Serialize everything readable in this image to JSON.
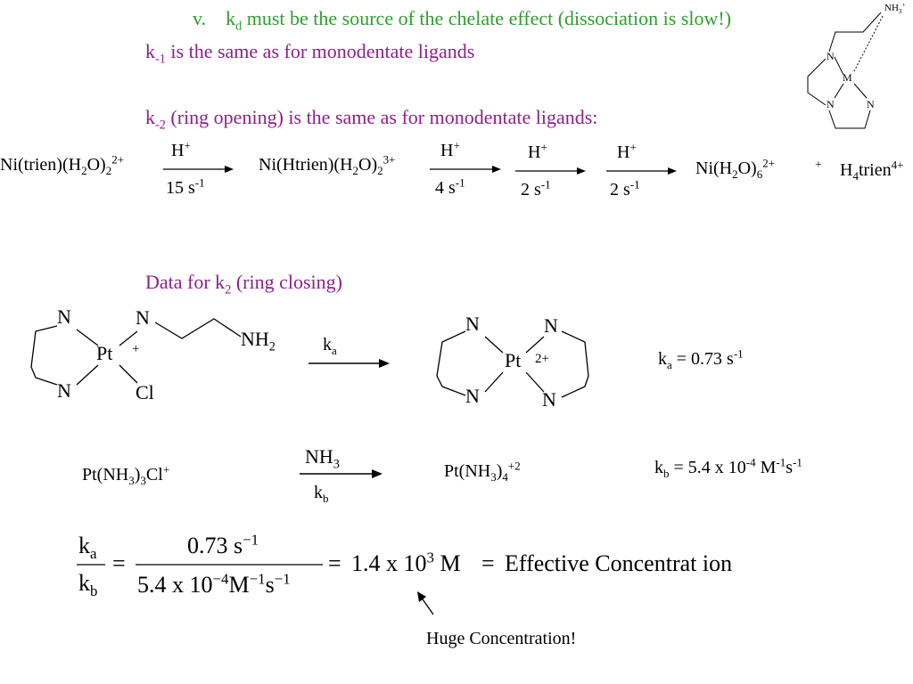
{
  "header": {
    "numeral": "v.",
    "line1_k": "k",
    "line1_sub": "d",
    "line1_rest": " must be the source of the chelate effect (dissociation is slow!)",
    "line2_k": "k",
    "line2_sub": "-1",
    "line2_rest": " is the same as for monodentate ligands",
    "line3_k": "k",
    "line3_sub": "-2",
    "line3_rest": " (ring opening) is the same as for monodentate ligands:"
  },
  "inset": {
    "nh3": "NH",
    "nh3_sub": "3",
    "nh3_sup": "+",
    "n1": "N",
    "n2": "N",
    "n3": "N",
    "m": "M"
  },
  "scheme": {
    "s1": {
      "a": "Ni(trien)(H",
      "b": "2",
      "c": "O)",
      "d": "2",
      "e": "2+"
    },
    "s2": {
      "a": "Ni(Htrien)(H",
      "b": "2",
      "c": "O)",
      "d": "2",
      "e": "3+"
    },
    "s3": {
      "a": "Ni(H",
      "b": "2",
      "c": "O)",
      "d": "6",
      "e": "2+"
    },
    "plus": "+",
    "s4": {
      "a": "H",
      "b": "4",
      "c": "trien",
      "e": "4+"
    },
    "arrows": [
      {
        "top": "H",
        "top_sup": "+",
        "bottom": "15 s",
        "bottom_sup": "-1"
      },
      {
        "top": "H",
        "top_sup": "+",
        "bottom": "4 s",
        "bottom_sup": "-1"
      },
      {
        "top": "H",
        "top_sup": "+",
        "bottom": "2 s",
        "bottom_sup": "-1"
      },
      {
        "top": "H",
        "top_sup": "+",
        "bottom": "2 s",
        "bottom_sup": "-1"
      }
    ]
  },
  "data_title": {
    "a": "Data for k",
    "sub": "2",
    "b": " (ring closing)"
  },
  "pt_left": {
    "n1": "N",
    "n2": "N",
    "n3": "N",
    "pt": "Pt",
    "charge": "+",
    "cl": "Cl",
    "nh2": "NH",
    "nh2_sub": "2"
  },
  "arrow_a": {
    "k": "k",
    "sub": "a"
  },
  "pt_right": {
    "n1": "N",
    "n2": "N",
    "n3": "N",
    "n4": "N",
    "pt": "Pt",
    "charge": "2+"
  },
  "ka_value": {
    "k": "k",
    "sub": "a",
    "eq": " = 0.73  s",
    "sup": "-1"
  },
  "row2": {
    "left": {
      "a": "Pt(NH",
      "b": "3",
      "c": ")",
      "d": "3",
      "e": "Cl",
      "f": "+"
    },
    "arrow_top": {
      "a": "NH",
      "sub": "3"
    },
    "arrow_bottom": {
      "k": "k",
      "sub": "b"
    },
    "right": {
      "a": "Pt(NH",
      "b": "3",
      "c": ")",
      "d": "4",
      "e": "+2"
    },
    "kb_value": {
      "k": "k",
      "sub": "b",
      "eq": " = 5.4 x 10",
      "sup1": "-4",
      "m": " M",
      "sup2": "-1",
      "s": "s",
      "sup3": "-1"
    }
  },
  "equation": {
    "ka": "k",
    "ka_sub": "a",
    "kb": "k",
    "kb_sub": "b",
    "eq1": "=",
    "num_a": "0.73 s",
    "num_sup": "−1",
    "den_a": "5.4 x 10",
    "den_sup1": "−4",
    "den_m": "M",
    "den_sup2": "−1",
    "den_s": "s",
    "den_sup3": "−1",
    "eq2": "=",
    "result_a": "1.4 x 10",
    "result_sup": "3",
    "result_m": " M",
    "eq3": "=",
    "label": " Effective   Concentrat ion"
  },
  "note": "Huge Concentration!"
}
